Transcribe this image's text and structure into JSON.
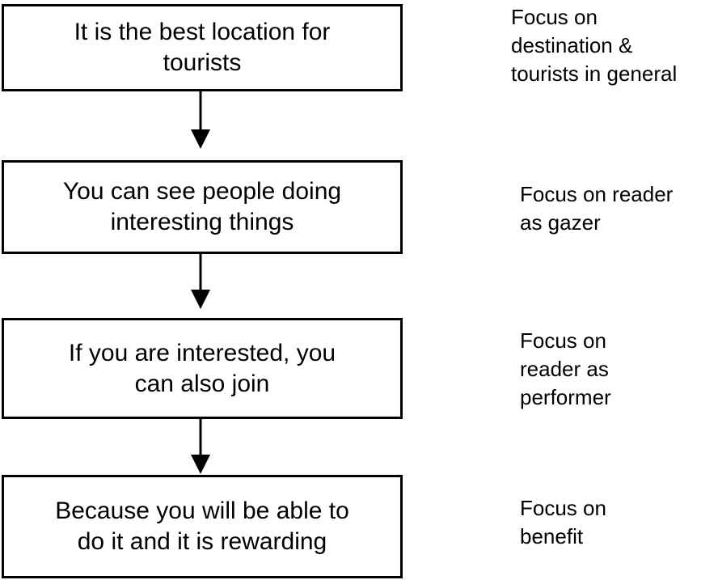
{
  "steps": [
    {
      "text": "It is the best location for\ntourists",
      "note": "Focus on\ndestination &\ntourists in general"
    },
    {
      "text": "You can see people doing\ninteresting things",
      "note": "Focus on reader\nas gazer"
    },
    {
      "text": "If you are interested, you\ncan also join",
      "note": "Focus on\nreader as\nperformer"
    },
    {
      "text": "Because you will be able to\ndo it and it is rewarding",
      "note": "Focus on\nbenefit"
    }
  ]
}
